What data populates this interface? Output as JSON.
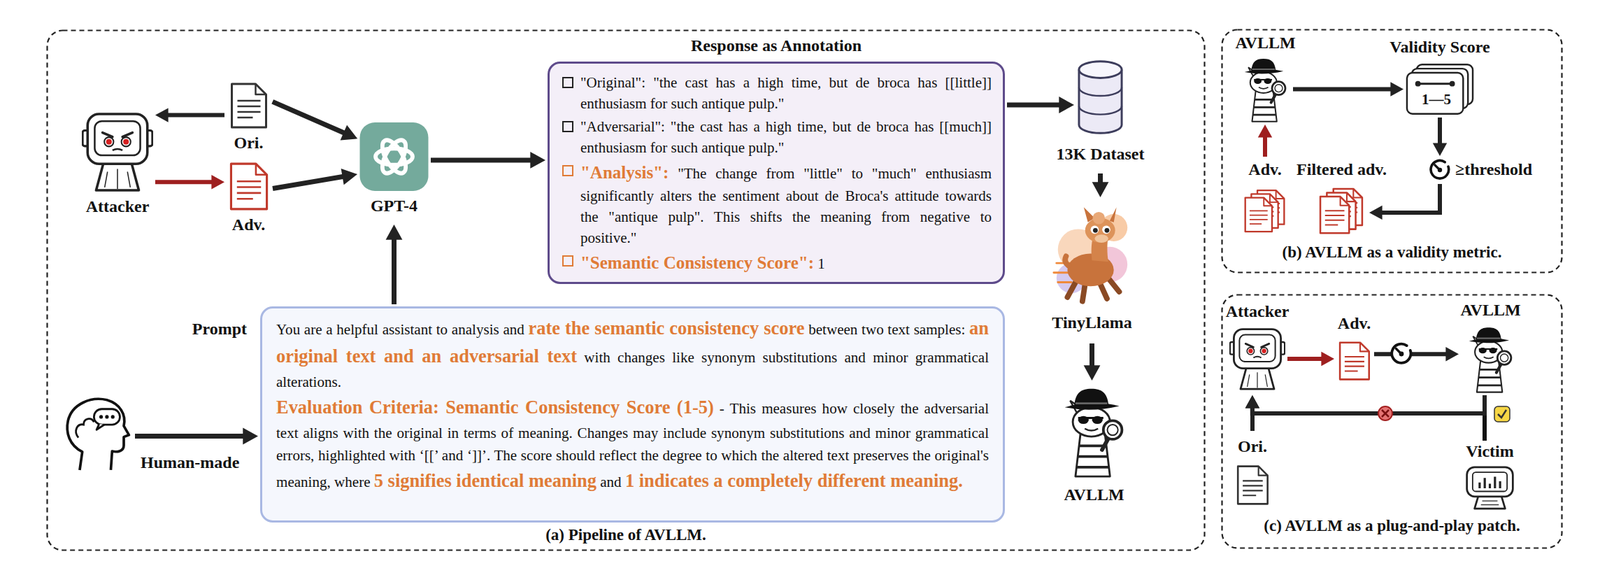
{
  "diagram": {
    "nodes": [
      {
        "text": [
          "(a) Pipeline of AVLLM."
        ]
      },
      {
        "text": [
          "(b) AVLLM as a validity metric."
        ]
      },
      {
        "text": [
          "(c) AVLLM as a plug-and-play patch."
        ]
      },
      {
        "text": [
          "Attacker"
        ],
        "in": 0
      },
      {
        "text": [
          "Ori."
        ],
        "in": 0
      },
      {
        "text": [
          "Adv."
        ],
        "in": 0
      },
      {
        "text": [
          "GPT-4"
        ],
        "in": 0
      },
      {
        "text": [
          "Response as Annotation",
          "\"Original\": \"the cast has a high time, but de broca has [[little]] enthusiasm for such antique pulp.\"",
          "\"Adversarial\": \"the cast has a high time, but de broca has [[much]] enthusiasm for such antique pulp.\"",
          "\"Analysis\":",
          "\"The change from \"little\" to \"much\" enthusiasm significantly alters the sentiment about de Broca's attitude towards the \"antique pulp\". This shifts the meaning from negative to positive.\"",
          "\"Semantic Consistency Score\":",
          "1"
        ],
        "in": 0
      },
      {
        "text": [
          "13K Dataset"
        ],
        "in": 0
      },
      {
        "text": [
          "TinyLlama"
        ],
        "in": 0
      },
      {
        "text": [
          "AVLLM"
        ],
        "in": 0
      },
      {
        "text": [
          "Prompt",
          "You are a helpful assistant to analysis and",
          "rate the semantic consistency score",
          "between two text samples:",
          "an original text and an adversarial text",
          "with changes like synonym substitutions and minor grammatical alterations.",
          "Evaluation Criteria: Semantic Consistency Score (1-5)",
          "- This measures how closely the adversarial text aligns with the original in terms of meaning. Changes may include synonym substitutions and minor grammatical errors, highlighted with ‘[[’ and ‘]]’. The score should reflect the degree to which the altered text preserves the original's meaning, where",
          "5 signifies identical meaning",
          "and",
          "1 indicates a completely different meaning."
        ],
        "in": 0
      },
      {
        "text": [
          "Human-made"
        ],
        "in": 0
      },
      {
        "text": [
          "AVLLM"
        ],
        "in": 1
      },
      {
        "text": [
          "Validity Score",
          "1—5"
        ],
        "in": 1
      },
      {
        "text": [
          "≥threshold"
        ],
        "in": 1
      },
      {
        "text": [
          "Filtered adv."
        ],
        "in": 1
      },
      {
        "text": [
          "Adv."
        ],
        "in": 1
      },
      {
        "text": [
          "Attacker"
        ],
        "in": 2
      },
      {
        "text": [
          "Adv."
        ],
        "in": 2
      },
      {
        "text": [
          "AVLLM"
        ],
        "in": 2
      },
      {
        "text": [
          "Victim"
        ],
        "in": 2
      },
      {
        "text": [
          "Ori."
        ],
        "in": 2
      }
    ],
    "edges": [
      {
        "from": 4,
        "to": 3,
        "arrow": "to"
      },
      {
        "from": 3,
        "to": 5,
        "arrow": "to"
      },
      {
        "from": 4,
        "to": 6,
        "arrow": "to"
      },
      {
        "from": 5,
        "to": 6,
        "arrow": "to"
      },
      {
        "from": 11,
        "to": 6,
        "arrow": "to"
      },
      {
        "from": 6,
        "to": 7,
        "arrow": "to"
      },
      {
        "from": 7,
        "to": 8,
        "arrow": "to"
      },
      {
        "from": 8,
        "to": 9,
        "arrow": "to"
      },
      {
        "from": 9,
        "to": 10,
        "arrow": "to"
      },
      {
        "from": 12,
        "to": 11,
        "arrow": "to"
      },
      {
        "from": 17,
        "to": 13,
        "arrow": "to"
      },
      {
        "from": 13,
        "to": 14,
        "arrow": "to"
      },
      {
        "from": 14,
        "to": 15,
        "arrow": "to"
      },
      {
        "from": 15,
        "to": 16,
        "arrow": "to"
      },
      {
        "from": 18,
        "to": 19,
        "arrow": "to"
      },
      {
        "from": 19,
        "to": 20,
        "arrow": "to"
      },
      {
        "from": 20,
        "to": 18,
        "arrow": "to"
      },
      {
        "from": 22,
        "to": 18,
        "arrow": "to"
      }
    ]
  }
}
